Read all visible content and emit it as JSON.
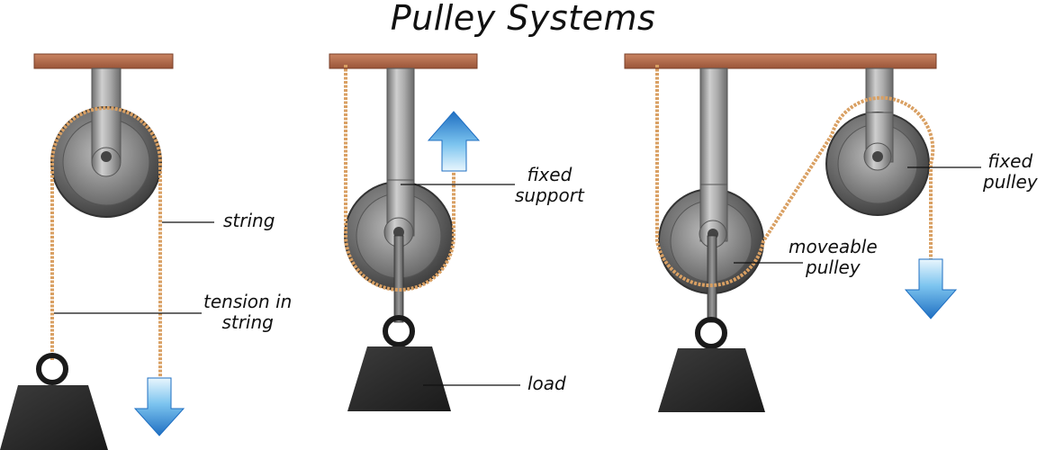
{
  "title": "Pulley Systems",
  "labels": {
    "string": "string",
    "tension_line1": "tension in",
    "tension_line2": "string",
    "fixed_support_line1": "fixed",
    "fixed_support_line2": "support",
    "load": "load",
    "moveable_pulley_line1": "moveable",
    "moveable_pulley_line2": "pulley",
    "fixed_pulley_line1": "fixed",
    "fixed_pulley_line2": "pulley"
  },
  "colors": {
    "beam": "#b06a4a",
    "rope": "#d9a063",
    "arrow": "#3a8fd8",
    "weight": "#2a2a2a",
    "bracket": "#9a9a9a"
  }
}
